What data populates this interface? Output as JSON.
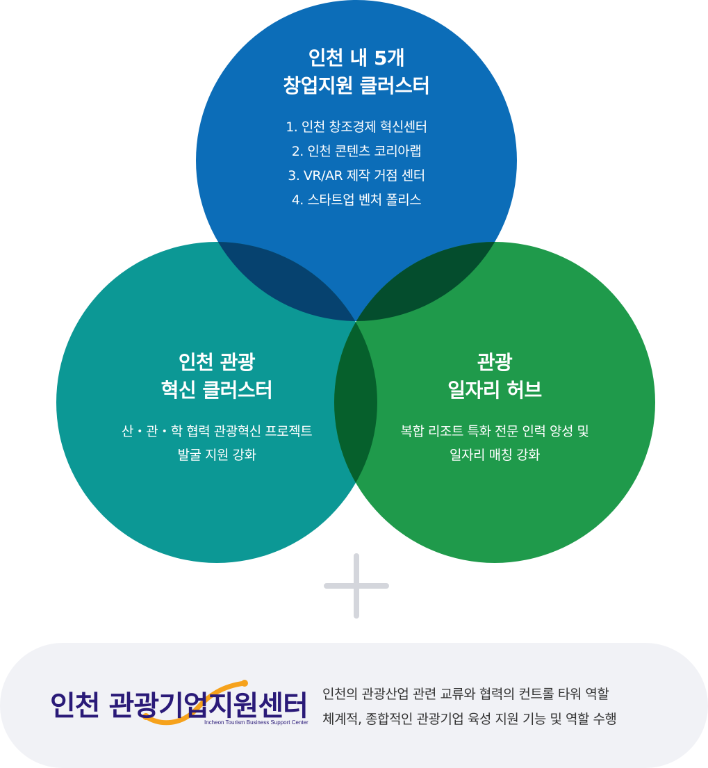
{
  "diagram": {
    "top_circle": {
      "title_line1": "인천 내 5개",
      "title_line2": "창업지원 클러스터",
      "items": [
        "1. 인천 창조경제 혁신센터",
        "2. 인천 콘텐츠 코리아랩",
        "3. VR/AR 제작 거점 센터",
        "4. 스타트업 벤처 폴리스"
      ],
      "color": "#0c6db8"
    },
    "left_circle": {
      "title_line1": "인천 관광",
      "title_line2": "혁신 클러스터",
      "desc_line1": "산・관・학 협력 관광혁신 프로젝트",
      "desc_line2": "발굴 지원 강화",
      "color": "#0c9895"
    },
    "right_circle": {
      "title_line1": "관광",
      "title_line2": "일자리 허브",
      "desc_line1": "복합 리조트 특화 전문 인력 양성 및",
      "desc_line2": "일자리 매칭 강화",
      "color": "#1f9a4b"
    },
    "overlap_colors": {
      "top_left": "#06426f",
      "top_right": "#044d2d",
      "left_right": "#06602c",
      "center": "#0a3548"
    }
  },
  "bottom": {
    "logo": {
      "name": "인천 관광기업지원센터",
      "subtitle": "Incheon Tourism Business Support Center",
      "color": "#2a1a78",
      "arc_color": "#f6a21c"
    },
    "description_line1": "인천의 관광산업 관련 교류와 협력의 컨트롤 타워 역할",
    "description_line2": "체계적, 종합적인 관광기업 육성 지원 기능 및 역할 수행"
  }
}
